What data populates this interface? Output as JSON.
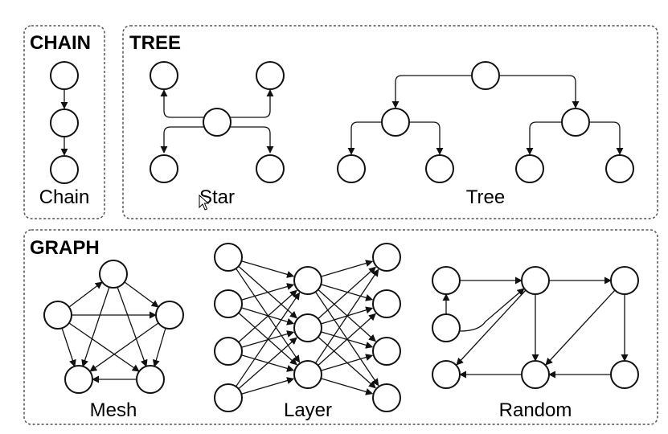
{
  "panels": {
    "chain": {
      "title": "CHAIN"
    },
    "tree": {
      "title": "TREE"
    },
    "graph": {
      "title": "GRAPH"
    }
  },
  "diagrams": {
    "chain": {
      "label": "Chain"
    },
    "star": {
      "label": "Star"
    },
    "tree": {
      "label": "Tree"
    },
    "mesh": {
      "label": "Mesh"
    },
    "layer": {
      "label": "Layer"
    },
    "random": {
      "label": "Random"
    }
  },
  "colors": {
    "stroke": "#111111",
    "border": "#555555",
    "background": "#ffffff"
  },
  "cursor": {
    "icon": "mouse-cursor-icon"
  }
}
